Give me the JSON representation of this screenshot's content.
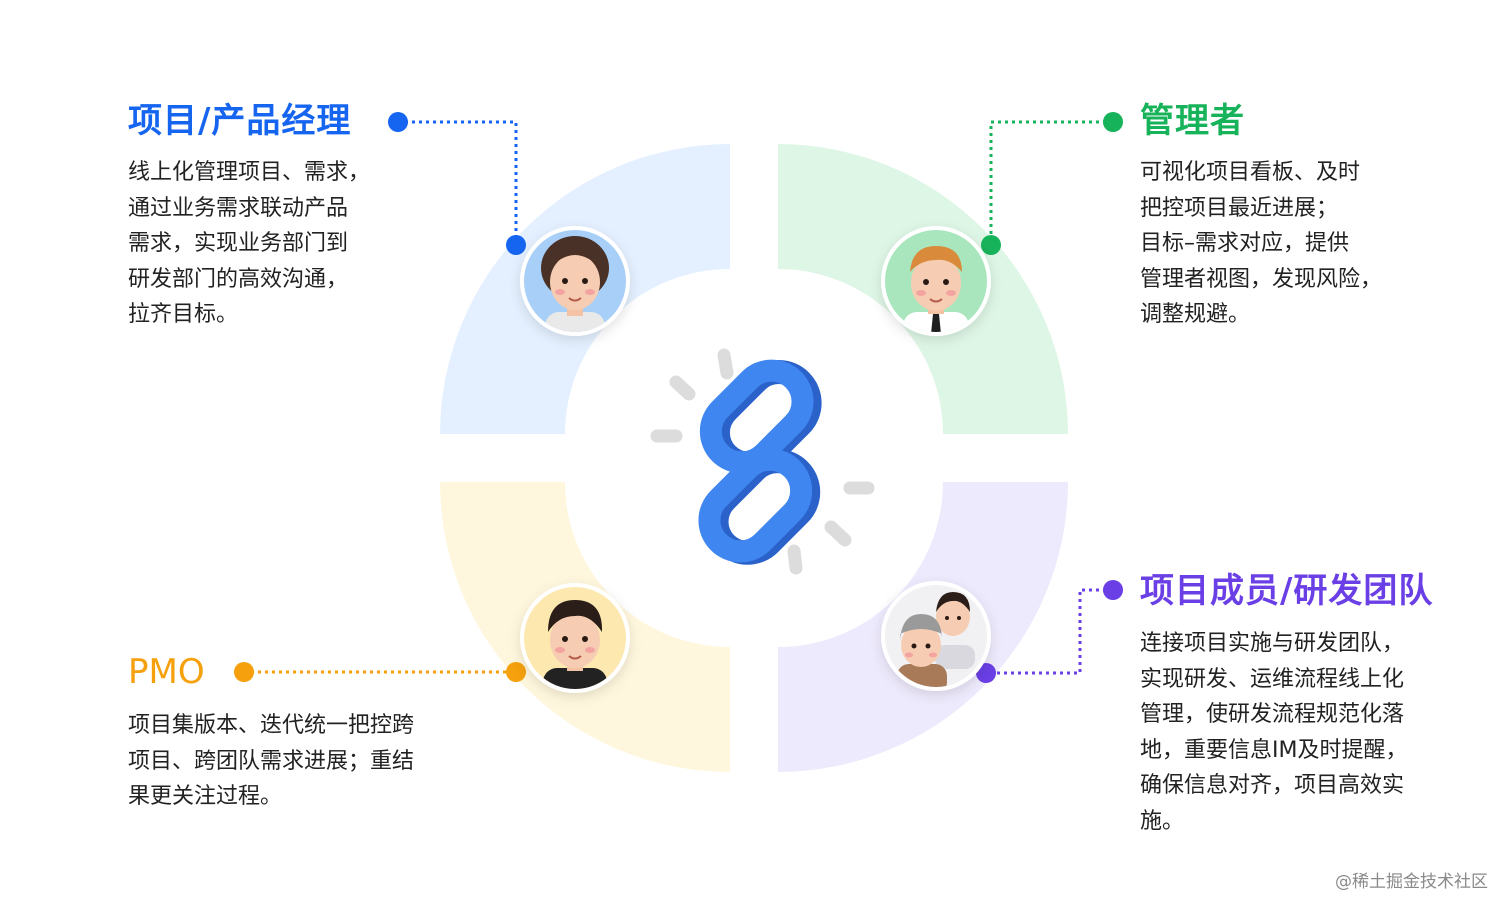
{
  "colors": {
    "pm": "#1665f0",
    "manager": "#17b35a",
    "pmo": "#f5a00c",
    "team": "#6a3fe6",
    "pm_ring": "#e4f0ff",
    "manager_ring": "#def6e6",
    "pmo_ring": "#fff7dd",
    "team_ring": "#eeeafd",
    "link": "#3f86f0",
    "link_dark": "#2a62c9",
    "spark": "#dcdcdc"
  },
  "roles": {
    "pm": {
      "title": "项目/产品经理",
      "description": "线上化管理项目、需求，\n通过业务需求联动产品\n需求，实现业务部门到\n研发部门的高效沟通，\n拉齐目标。",
      "avatar_icon": "woman-avatar-icon"
    },
    "manager": {
      "title": "管理者",
      "description": "可视化项目看板、及时\n把控项目最近进展；\n目标–需求对应，提供\n管理者视图，发现风险，\n调整规避。",
      "avatar_icon": "manager-avatar-icon"
    },
    "pmo": {
      "title": "PMO",
      "description": "项目集版本、迭代统一把控跨\n项目、跨团队需求进展；重结\n果更关注过程。",
      "avatar_icon": "pmo-avatar-icon"
    },
    "team": {
      "title": "项目成员/研发团队",
      "description": "连接项目实施与研发团队，\n实现研发、运维流程线上化\n管理，使研发流程规范化落\n地，重要信息IM及时提醒，\n确保信息对齐，项目高效实\n施。",
      "avatar_icon": "team-avatar-icon"
    }
  },
  "center_icon": "chain-link-icon",
  "watermark": "@稀土掘金技术社区"
}
